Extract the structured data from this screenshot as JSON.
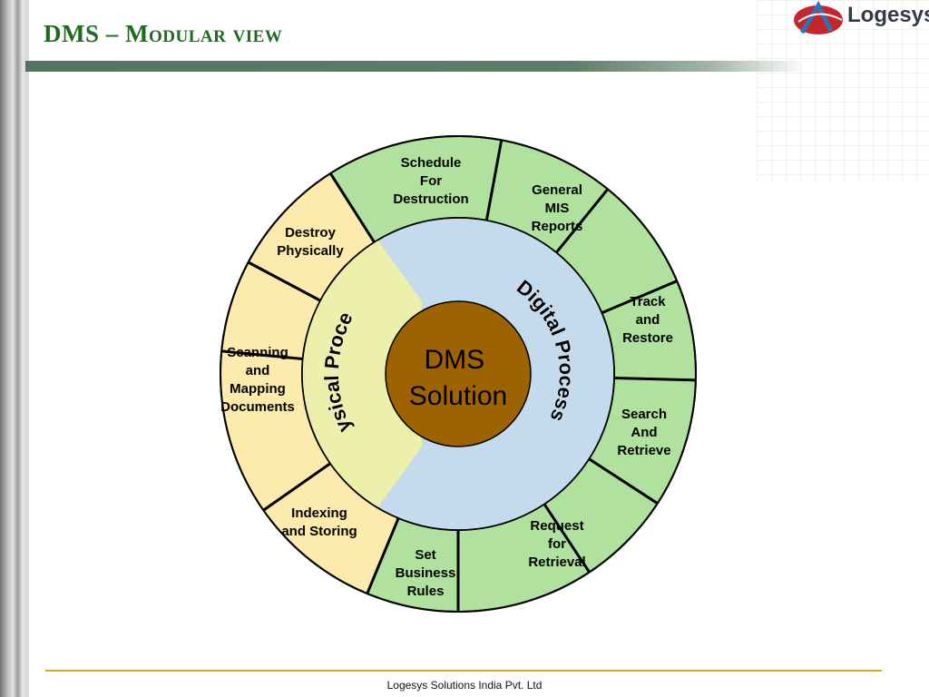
{
  "slide": {
    "title": "DMS – Modular view",
    "footer": "Logesys Solutions India Pvt. Ltd"
  },
  "logo": {
    "text": "Logesys"
  },
  "colors": {
    "title": "#1d6b1d",
    "outer_physical": "#fdeaad",
    "outer_digital": "#b1e19f",
    "inner_physical": "#ecf0aa",
    "inner_digital": "#c4dbee",
    "center": "#9c6300",
    "rule": "#5f7d68",
    "footer_rule": "#d7a52a"
  },
  "diagram": {
    "center_lines": [
      "DMS",
      "Solution"
    ],
    "inner_labels": {
      "physical": "Physical Process",
      "digital": "Digital Process"
    },
    "segments": [
      {
        "name": "schedule-for-destruction",
        "group": "digital",
        "lines": [
          "Schedule",
          "For",
          "Destruction"
        ]
      },
      {
        "name": "general-mis-reports",
        "group": "digital",
        "lines": [
          "General",
          "MIS",
          "Reports"
        ]
      },
      {
        "name": "track-and-restore",
        "group": "digital",
        "lines": [
          "Track",
          "and",
          "Restore"
        ]
      },
      {
        "name": "search-and-retrieve",
        "group": "digital",
        "lines": [
          "Search",
          "And",
          "Retrieve"
        ]
      },
      {
        "name": "request-for-retrieval",
        "group": "digital",
        "lines": [
          "Request",
          "for",
          "Retrieval"
        ]
      },
      {
        "name": "set-business-rules",
        "group": "digital",
        "lines": [
          "Set",
          "Business",
          "Rules"
        ]
      },
      {
        "name": "indexing-and-storing",
        "group": "physical",
        "lines": [
          "Indexing",
          "and Storing"
        ]
      },
      {
        "name": "scanning-and-mapping",
        "group": "physical",
        "lines": [
          "Scanning",
          "and",
          "Mapping",
          "Documents"
        ]
      },
      {
        "name": "destroy-physically",
        "group": "physical",
        "lines": [
          "Destroy",
          "Physically"
        ]
      }
    ]
  }
}
